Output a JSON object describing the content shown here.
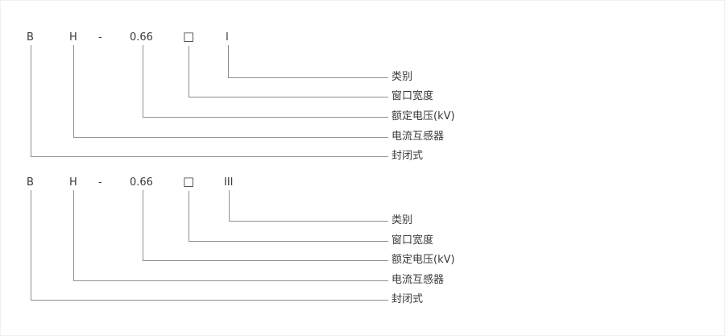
{
  "page": {
    "background_color": "#ffffff",
    "line_color": "#8f8f8f",
    "text_color": "#3a3a3a"
  },
  "diagrams": [
    {
      "code": {
        "series": "B",
        "product": "H",
        "hyphen": "-",
        "voltage": "0.66",
        "window_box": "□",
        "class": "I"
      },
      "labels": {
        "category": "类别",
        "window_width": "窗口宽度",
        "rated_voltage": "额定电压(kV)",
        "current_transformer": "电流互感器",
        "enclosed": "封闭式"
      }
    },
    {
      "code": {
        "series": "B",
        "product": "H",
        "hyphen": "-",
        "voltage": "0.66",
        "window_box": "□",
        "class": "III"
      },
      "labels": {
        "category": "类别",
        "window_width": "窗口宽度",
        "rated_voltage": "额定电压(kV)",
        "current_transformer": "电流互感器",
        "enclosed": "封闭式"
      }
    }
  ]
}
